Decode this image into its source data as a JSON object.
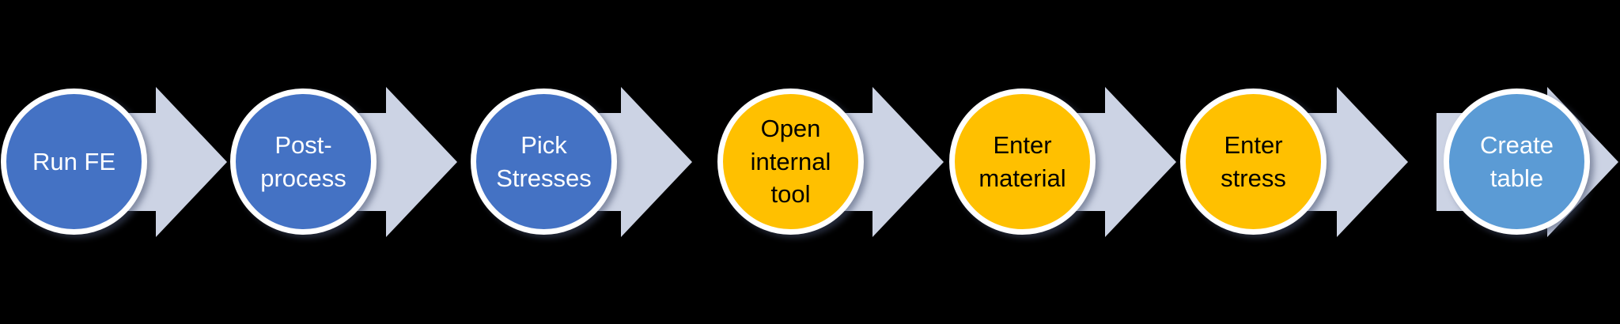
{
  "diagram": {
    "type": "process-flow",
    "background_color": "#000000",
    "ring_color": "#FFFFFF",
    "arrow": {
      "fill": "#CCD3E4",
      "direction": "right"
    },
    "steps": [
      {
        "label": "Run FE",
        "fill": "#4472C4",
        "text_color": "#FFFFFF"
      },
      {
        "label": "Post-process",
        "fill": "#4472C4",
        "text_color": "#FFFFFF"
      },
      {
        "label": "Pick Stresses",
        "fill": "#4472C4",
        "text_color": "#FFFFFF"
      },
      {
        "label": "Open internal tool",
        "fill": "#FFC000",
        "text_color": "#000000"
      },
      {
        "label": "Enter material",
        "fill": "#FFC000",
        "text_color": "#000000"
      },
      {
        "label": "Enter stress",
        "fill": "#FFC000",
        "text_color": "#000000"
      },
      {
        "label": "Create table",
        "fill": "#5B9BD5",
        "text_color": "#FFFFFF"
      }
    ]
  }
}
